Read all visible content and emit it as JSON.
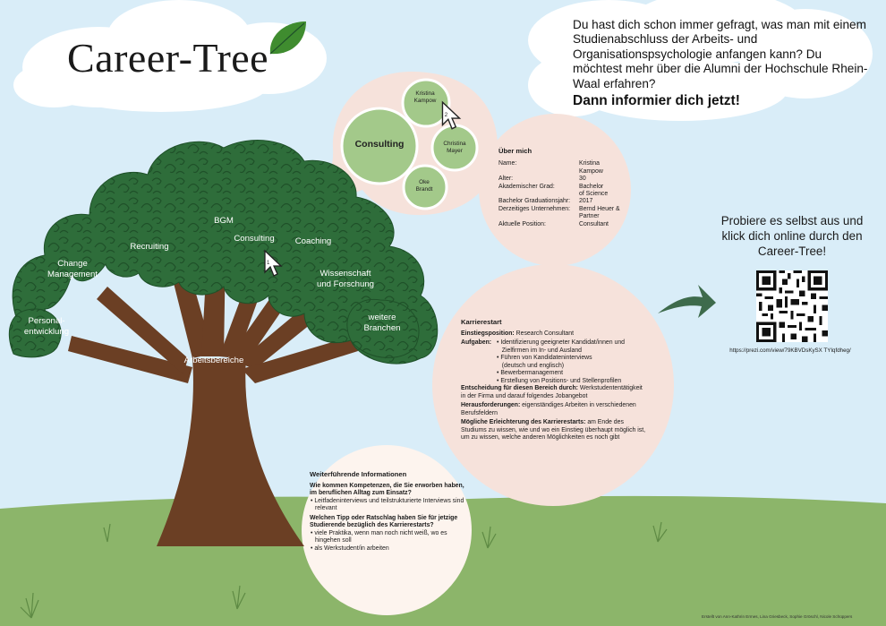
{
  "title": "Career-Tree",
  "intro": {
    "question": "Du hast dich schon immer gefragt, was man mit einem Studienabschluss der Arbeits- und Organisationspsychologie anfangen kann? Du möchtest mehr über die Alumni der Hochschule Rhein-Waal erfahren?",
    "cta": "Dann informier dich jetzt!"
  },
  "tree": {
    "trunk_label": "Arbeitsbereiche",
    "branches": {
      "personal": "Personal-\nentwicklung",
      "change": "Change\nManagement",
      "recruiting": "Recruiting",
      "bgm": "BGM",
      "consulting": "Consulting",
      "coaching": "Coaching",
      "wissenschaft": "Wissenschaft\nund Forschung",
      "weitere": "weitere\nBranchen"
    },
    "cursor_number": "1"
  },
  "bubbles": {
    "consulting": "Consulting",
    "kampow": "Kristina\nKampow",
    "mayer": "Christina\nMayer",
    "brandt": "Oke\nBrandt",
    "cursor_number": "2"
  },
  "profile": {
    "heading": "Über mich",
    "rows": [
      {
        "label": "Name:",
        "value": "Kristina\nKampow"
      },
      {
        "label": "Alter:",
        "value": "30"
      },
      {
        "label": "Akademischer Grad:",
        "value": "Bachelor\nof Science"
      },
      {
        "label": "Bachelor Graduationsjahr:",
        "value": "2017"
      },
      {
        "label": "Derzeitiges Unternehmen:",
        "value": "Bernd Heuer &\nPartner"
      },
      {
        "label": "Aktuelle Position:",
        "value": "Consultant"
      }
    ]
  },
  "career": {
    "heading": "Karrierestart",
    "position_label": "Einstiegsposition:",
    "position_value": "Research Consultant",
    "tasks_label": "Aufgaben:",
    "tasks": [
      "• Identifizierung geeigneter Kandidat/innen und\n   Zielfirmen im In- und Ausland",
      "• Führen von Kandidateninterviews\n   (deutsch und englisch)",
      "• Bewerbermanagement",
      "• Erstellung von Positions- und Stellenprofilen"
    ],
    "decision_label": "Entscheidung für diesen Bereich durch:",
    "decision_value": "Werkstudententätigkeit in der Firma und darauf folgendes Jobangebot",
    "challenges_label": "Herausforderungen:",
    "challenges_value": "eigenständiges Arbeiten in verschiedenen Berufsfeldern",
    "ease_label": "Mögliche Erleichterung des Karrierestarts:",
    "ease_value": "am Ende des Studiums zu wissen, wie und wo ein Einstieg überhaupt möglich ist, um zu wissen, welche anderen Möglichkeiten es noch gibt"
  },
  "info": {
    "heading": "Weiterführende Informationen",
    "q1": "Wie kommen Kompetenzen, die Sie erworben haben, im beruflichen Alltag zum Einsatz?",
    "a1": [
      "• Leitfadeninterviews und teilstrukturierte Interviews sind relevant"
    ],
    "q2": "Welchen Tipp oder Ratschlag haben Sie für jetzige Studierende bezüglich des Karrierestarts?",
    "a2": [
      "• viele Praktika, wenn man noch nicht weiß, wo es hingehen soll",
      "• als Werkstudent/in arbeiten"
    ]
  },
  "try": {
    "text": "Probiere es selbst aus und klick dich online durch den Career-Tree!",
    "url": "https://prezi.com/view/79KBVDsKySX TYIqfdheg/"
  },
  "footer": "Erstellt von Ann-Kathrin Ermes, Lina Griesbeck, Sophie Gröschl, Nicole Schüppers",
  "colors": {
    "sky": "#d9edf8",
    "grass": "#8cb56a",
    "tree": "#2e6d3a",
    "trunk": "#6b3f24",
    "bubble_green": "#a3c98a",
    "bubble_pink": "#f6e2db",
    "arrow": "#3e6b4c"
  }
}
